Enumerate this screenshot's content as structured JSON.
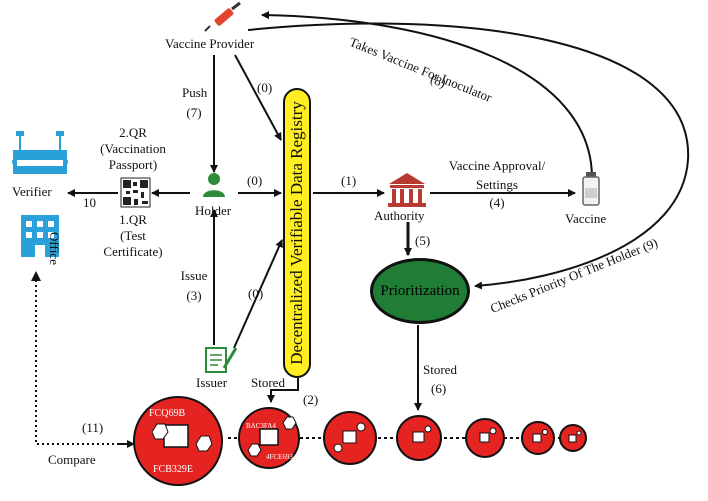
{
  "nodes": {
    "vaccine_provider": "Vaccine Provider",
    "verifier": "Verifier",
    "office": "Office",
    "holder": "Holder",
    "issuer": "Issuer",
    "authority": "Authority",
    "vaccine": "Vaccine",
    "prioritization": "Prioritization",
    "registry": "Decentralized Verifiable Data Registry"
  },
  "edges": {
    "push": "Push",
    "push_num": "(7)",
    "issue": "Issue",
    "issue_num": "(3)",
    "zero_top": "(0)",
    "zero_holder": "(0)",
    "zero_issuer": "(0)",
    "authority_num": "(1)",
    "approval": "Vaccine Approval/",
    "settings": "Settings",
    "approval_num": "(4)",
    "prio_num": "(5)",
    "stored_right": "Stored",
    "stored_right_num": "(6)",
    "stored_left": "Stored",
    "stored_left_num": "(2)",
    "takes_vaccine": "Takes Vaccine For Inoculator",
    "takes_vaccine_num": "(8)",
    "checks_priority": "Checks Priority Of The Holder (9)",
    "compare": "Compare",
    "compare_num": "(11)",
    "verifier_num": "10"
  },
  "qr": {
    "top_line1": "2.QR",
    "top_line2": "(Vaccination",
    "top_line3": "Passport)",
    "bottom_line1": "1.QR",
    "bottom_line2": "(Test",
    "bottom_line3": "Certificate)"
  },
  "chain": {
    "block1_top": "FCQ69B",
    "block1_bottom": "FCB329E",
    "block2_top": "BAC3FA4",
    "block2_bottom": "4FCE693"
  },
  "colors": {
    "block_red": "#e52421",
    "prioritization_green": "#1f7d35",
    "registry_yellow": "#ffee22",
    "verifier_blue": "#2aa0d8",
    "authority_red": "#b83a32",
    "holder_green": "#2e8b3a"
  }
}
